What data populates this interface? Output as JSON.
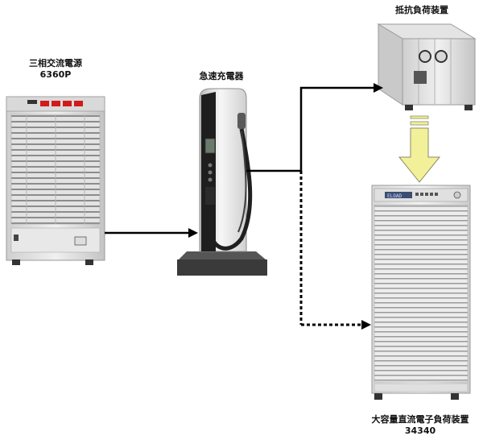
{
  "labels": {
    "ac_source_name": "三相交流電源",
    "ac_source_model": "6360P",
    "charger_name": "急速充電器",
    "resistive_load_name": "抵抗負荷装置",
    "dc_load_name": "大容量直流電子負荷装置",
    "dc_load_model": "34340"
  },
  "colors": {
    "arrow": "#000000",
    "transfer_arrow_fill": "#f2f199",
    "transfer_arrow_stroke": "#8a8a6a",
    "cabinet_body": "#e6e6e6",
    "panel_red": "#d11a1a"
  },
  "icons": {
    "ac_source": "ac-power-supply-cabinet",
    "charger": "ev-fast-charger",
    "resistive_load": "resistive-load-bank",
    "dc_load": "dc-electronic-load-rack"
  }
}
